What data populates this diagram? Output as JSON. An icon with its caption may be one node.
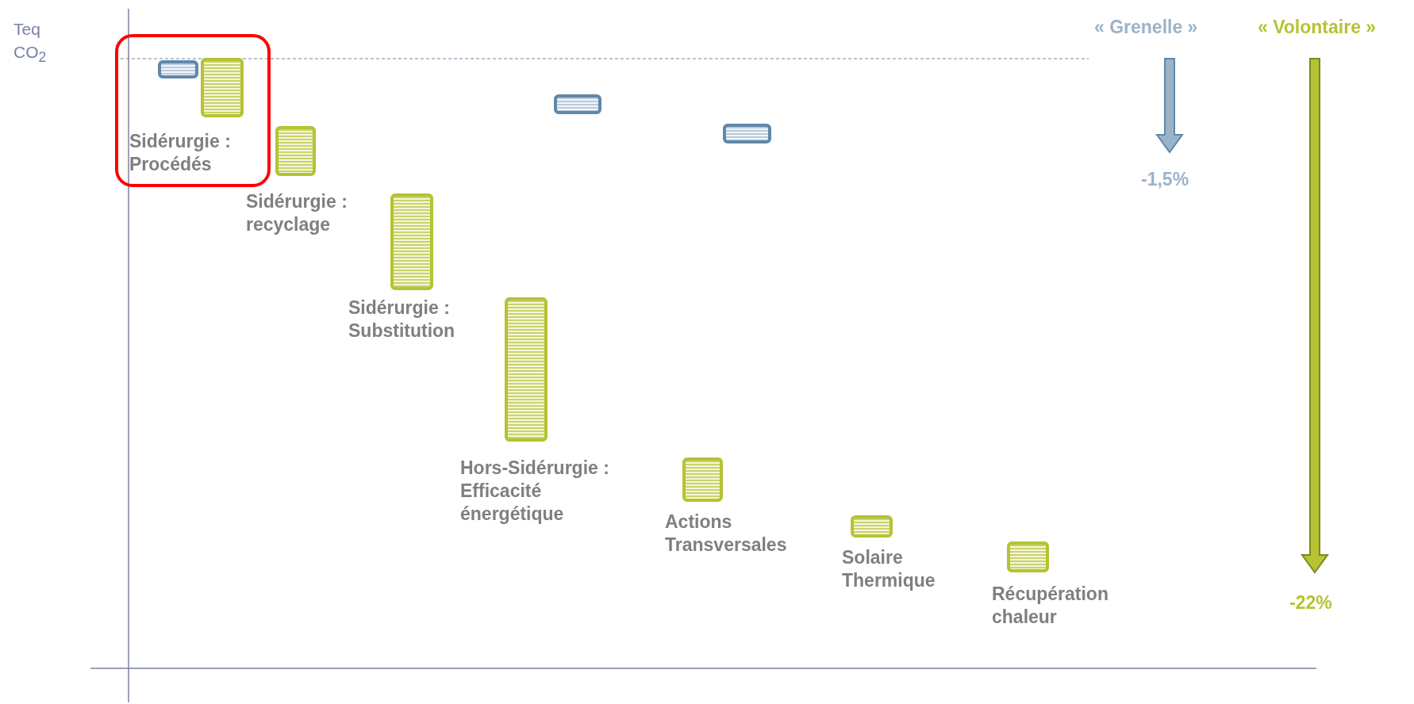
{
  "diagram": {
    "nodes": [
      {
        "text": [
          "Sidérurgie : Procédés"
        ]
      },
      {
        "text": [],
        "shape": "bar",
        "in": 0
      },
      {
        "text": [],
        "shape": "bar",
        "in": 0
      },
      {
        "text": [],
        "shape": "bar",
        "beside": [
          "Sidérurgie : recyclage"
        ]
      },
      {
        "text": [],
        "shape": "bar",
        "beside": [
          "Sidérurgie : Substitution"
        ]
      },
      {
        "text": [],
        "shape": "bar",
        "beside": [
          "Hors-Sidérurgie : Efficacité énergétique"
        ]
      },
      {
        "text": [],
        "shape": "bar"
      },
      {
        "text": [],
        "shape": "bar"
      },
      {
        "text": [],
        "shape": "bar",
        "beside": [
          "Actions Transversales"
        ]
      },
      {
        "text": [],
        "shape": "bar",
        "beside": [
          "Solaire Thermique"
        ]
      },
      {
        "text": [],
        "shape": "bar",
        "beside": [
          "Récupération chaleur"
        ]
      }
    ],
    "labels": [
      "Teq CO$_{2}$",
      "« Grenelle »",
      "« Volontaire »",
      "-1,5%",
      "-22%"
    ]
  }
}
